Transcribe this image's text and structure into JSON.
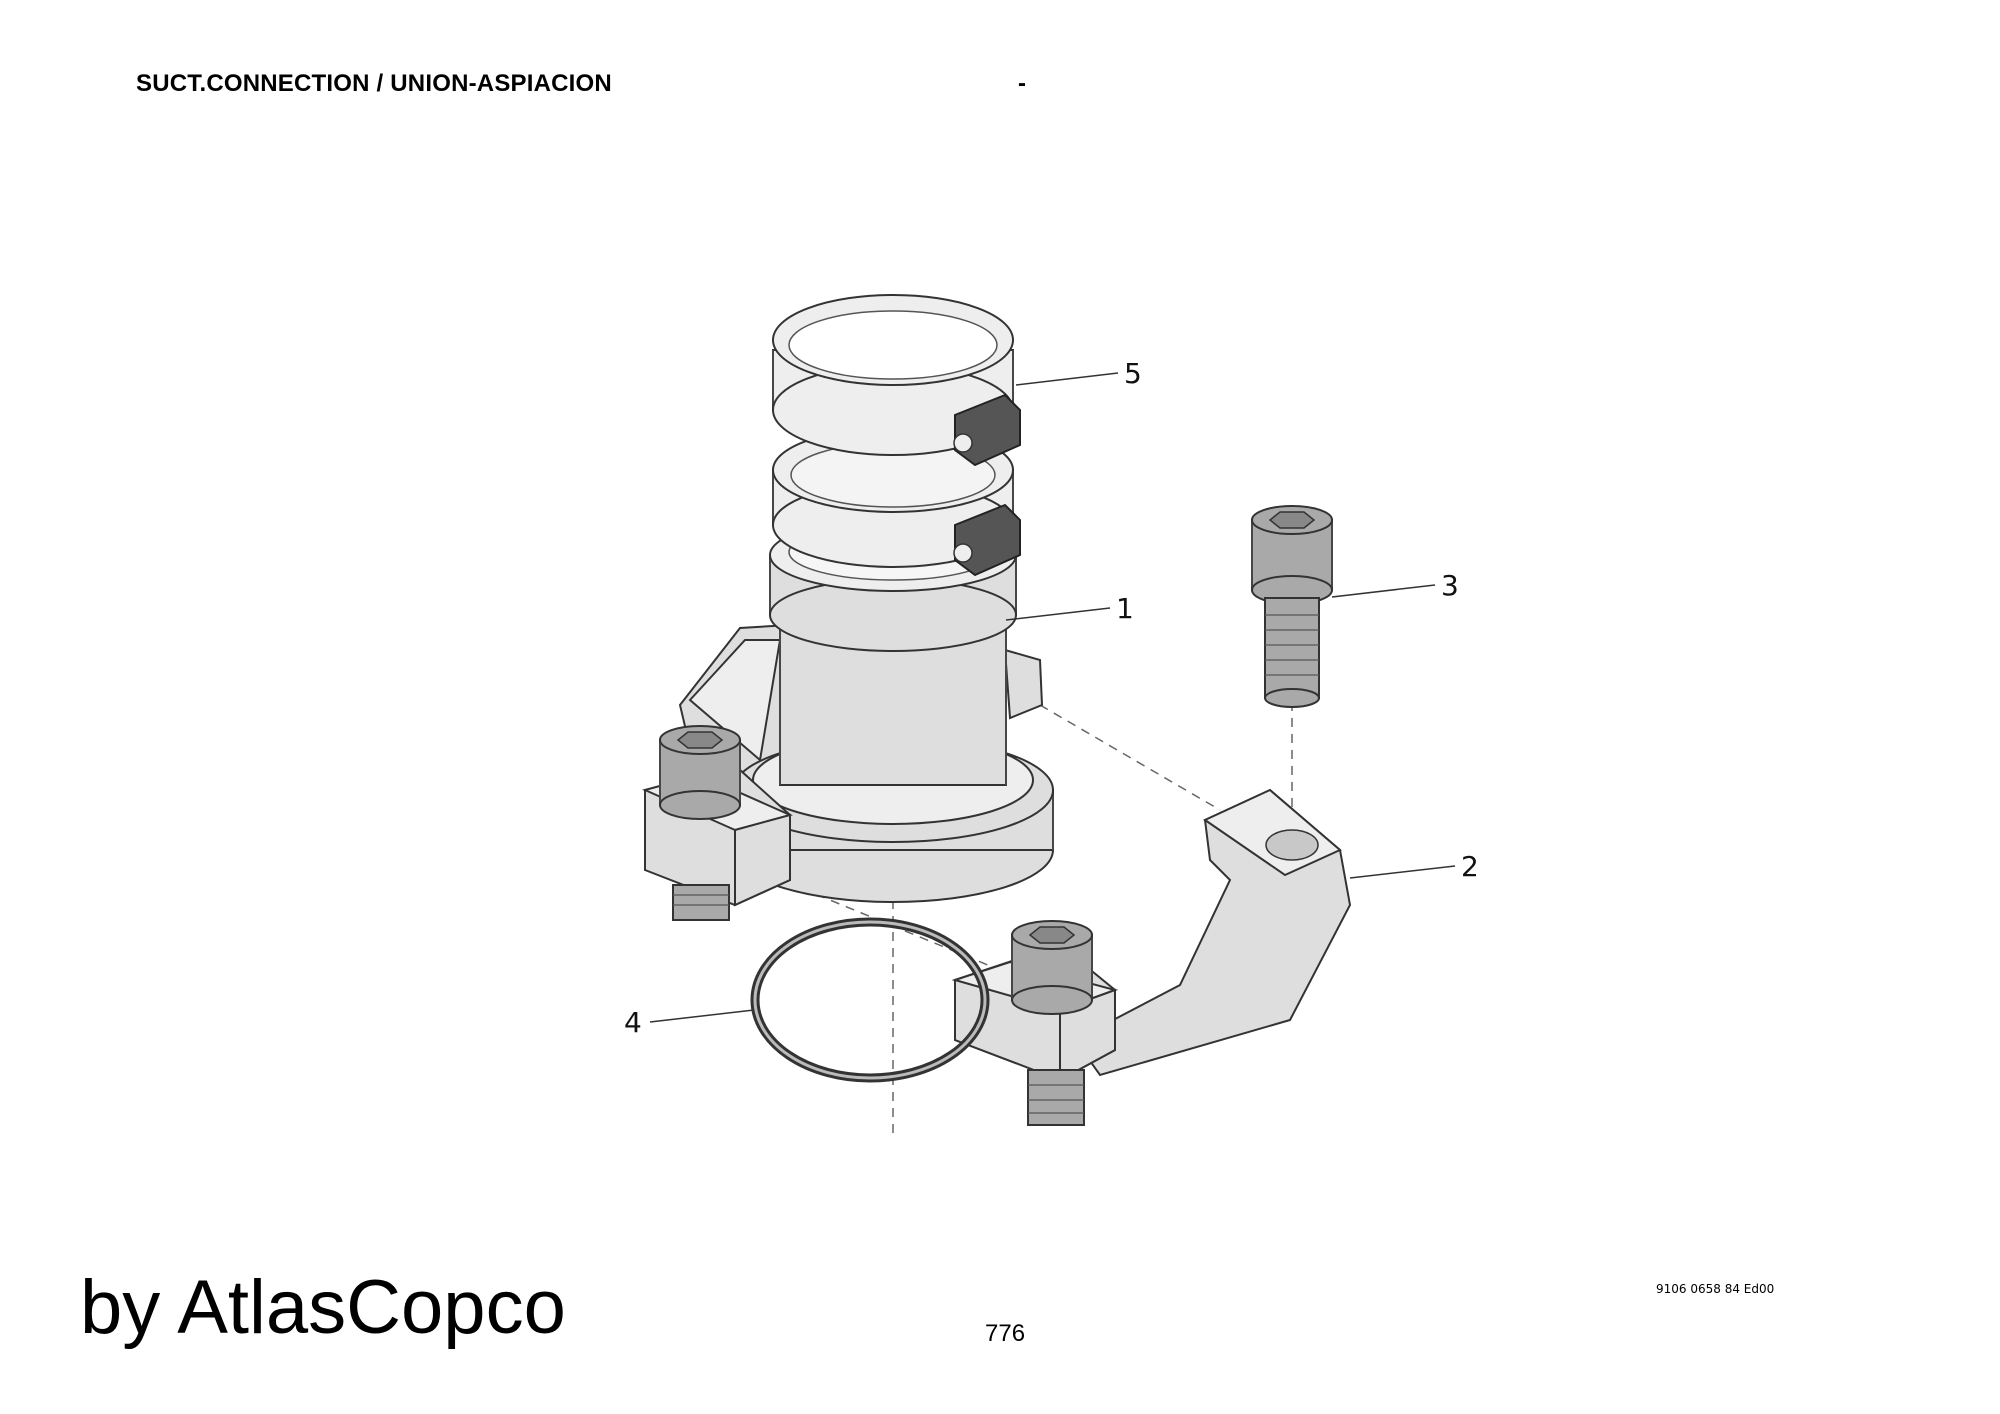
{
  "header": {
    "title": "SUCT.CONNECTION / UNION-ASPIACION",
    "dash": "-"
  },
  "diagram": {
    "callouts": [
      {
        "id": "1",
        "label": "1"
      },
      {
        "id": "2",
        "label": "2"
      },
      {
        "id": "3",
        "label": "3"
      },
      {
        "id": "4",
        "label": "4"
      },
      {
        "id": "5",
        "label": "5"
      }
    ],
    "icons": [
      "hex-socket-screw-icon",
      "pipe-clamp-icon",
      "o-ring-icon",
      "flange-icon"
    ]
  },
  "footer": {
    "brand": "by AtlasCopco",
    "page_number": "776",
    "doc_code": "9106 0658 84 Ed00"
  }
}
